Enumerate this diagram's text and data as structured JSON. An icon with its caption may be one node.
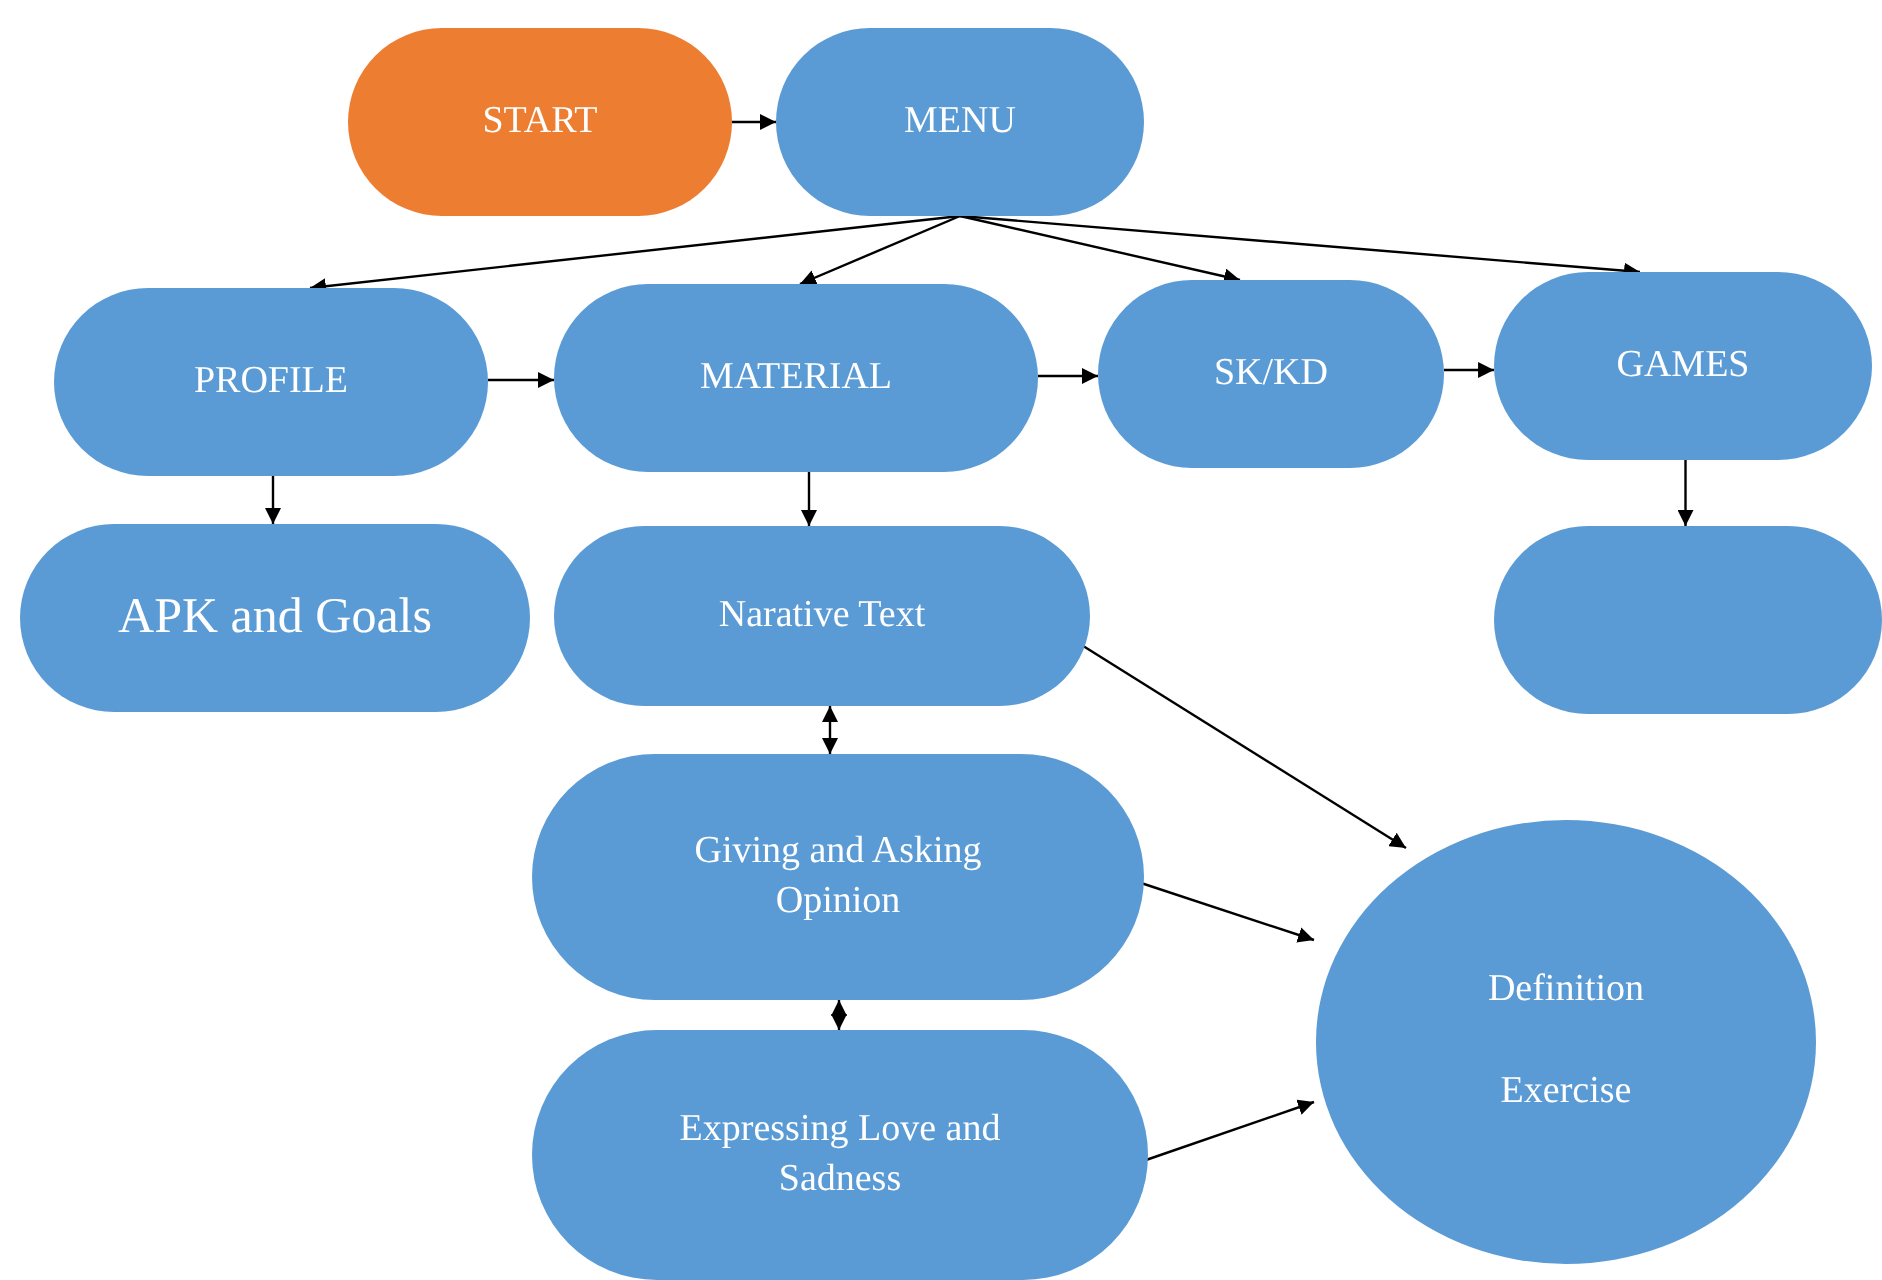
{
  "diagram": {
    "nodes": [
      {
        "text": [
          "START"
        ]
      },
      {
        "text": [
          "MENU"
        ]
      },
      {
        "text": [
          "PROFILE"
        ]
      },
      {
        "text": [
          "MATERIAL"
        ]
      },
      {
        "text": [
          "SK/KD"
        ]
      },
      {
        "text": [
          "GAMES"
        ]
      },
      {
        "text": [
          "APK and Goals"
        ]
      },
      {
        "text": [
          "Narative Text"
        ]
      },
      {
        "text": [],
        "shape": "box"
      },
      {
        "text": [
          "Giving and Asking Opinion"
        ]
      },
      {
        "text": [
          "Expressing Love and Sadness"
        ]
      },
      {
        "text": [
          "Definition",
          "Exercise"
        ]
      }
    ],
    "edges": [
      {
        "from": 0,
        "to": 1,
        "arrow": "to"
      },
      {
        "from": 1,
        "to": 2,
        "arrow": "to"
      },
      {
        "from": 1,
        "to": 3,
        "arrow": "to"
      },
      {
        "from": 1,
        "to": 4,
        "arrow": "to"
      },
      {
        "from": 1,
        "to": 5,
        "arrow": "to"
      },
      {
        "from": 2,
        "to": 3,
        "arrow": "to"
      },
      {
        "from": 3,
        "to": 4,
        "arrow": "to"
      },
      {
        "from": 4,
        "to": 5,
        "arrow": "to"
      },
      {
        "from": 2,
        "to": 6,
        "arrow": "to"
      },
      {
        "from": 3,
        "to": 7,
        "arrow": "to"
      },
      {
        "from": 5,
        "to": 8,
        "arrow": "to"
      },
      {
        "from": 7,
        "to": 9,
        "arrow": "both"
      },
      {
        "from": 9,
        "to": 10,
        "arrow": "both"
      },
      {
        "from": 7,
        "to": 11,
        "arrow": "to"
      },
      {
        "from": 9,
        "to": 11,
        "arrow": "to"
      },
      {
        "from": 10,
        "to": 11,
        "arrow": "to"
      }
    ]
  }
}
